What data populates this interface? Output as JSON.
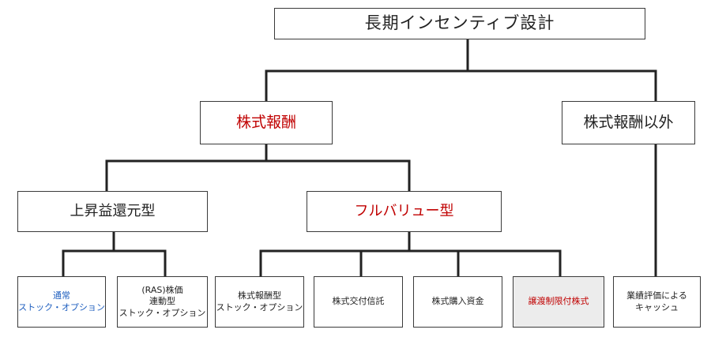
{
  "colors": {
    "line": "#222222",
    "text": "#222222",
    "highlight_red": "#c00000",
    "highlight_blue": "#1f5fbf",
    "shaded_box": "#ececec"
  },
  "tree": {
    "root": {
      "label": "長期インセンティブ設計"
    },
    "stock_comp": {
      "label": "株式報酬"
    },
    "non_stock": {
      "label": "株式報酬以外"
    },
    "appreciation": {
      "label": "上昇益還元型"
    },
    "full_value": {
      "label": "フルバリュー型"
    },
    "regular_option": {
      "label": "通常\nストック・オプション"
    },
    "ras_option": {
      "label": "(RAS)株価\n連動型\nストック・オプション"
    },
    "stock_comp_option": {
      "label": "株式報酬型\nストック・オプション"
    },
    "stock_trust": {
      "label": "株式交付信託"
    },
    "purchase_fund": {
      "label": "株式購入資金"
    },
    "restricted_stock": {
      "label": "譲渡制限付株式"
    },
    "cash_eval": {
      "label": "業績評価による\nキャッシュ"
    }
  }
}
